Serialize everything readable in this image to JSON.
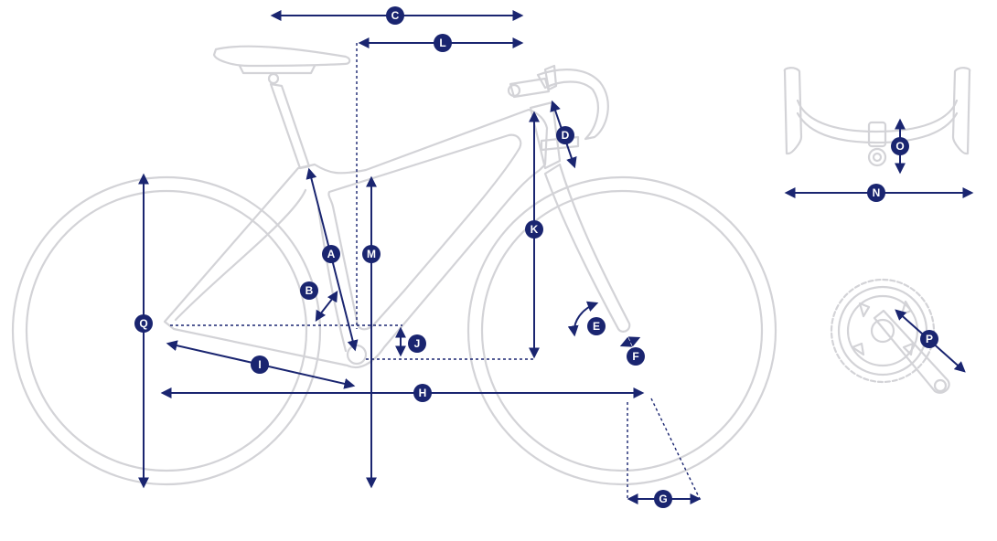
{
  "colors": {
    "accent": "#1a2570",
    "outline": "#d3d3d7",
    "background": "#ffffff"
  },
  "labels": {
    "A": "A",
    "B": "B",
    "C": "C",
    "D": "D",
    "E": "E",
    "F": "F",
    "G": "G",
    "H": "H",
    "I": "I",
    "J": "J",
    "K": "K",
    "L": "L",
    "M": "M",
    "N": "N",
    "O": "O",
    "P": "P",
    "Q": "Q"
  }
}
